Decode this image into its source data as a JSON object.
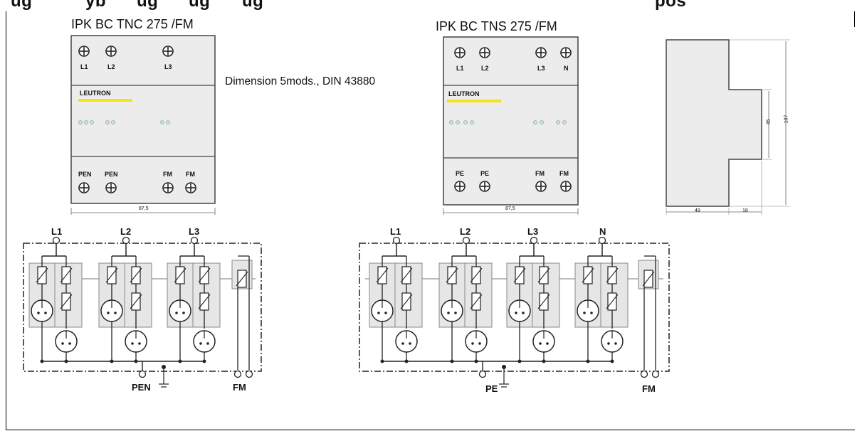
{
  "header_fragment": [
    "ug",
    "yb",
    "ug",
    "ug",
    "ug",
    "pos"
  ],
  "products": [
    {
      "title": "IPK BC TNC 275 /FM",
      "top_terminals": [
        "L1",
        "L2",
        "L3"
      ],
      "bottom_terminals": [
        "PEN",
        "PEN",
        "FM",
        "FM"
      ],
      "brand": "LEUTRON",
      "width_dim": "87,5",
      "schematic_top": [
        "L1",
        "L2",
        "L3"
      ],
      "schematic_bottom": [
        "PEN",
        "FM"
      ]
    },
    {
      "title": "IPK BC TNS 275 /FM",
      "top_terminals": [
        "L1",
        "L2",
        "L3",
        "N"
      ],
      "bottom_terminals": [
        "PE",
        "PE",
        "FM",
        "FM"
      ],
      "brand": "LEUTRON",
      "width_dim": "87,5",
      "schematic_top": [
        "L1",
        "L2",
        "L3",
        "N"
      ],
      "schematic_bottom": [
        "PE",
        "FM"
      ]
    }
  ],
  "dimension_note": "Dimension 5mods., DIN 43880",
  "side_view": {
    "height_total": "107",
    "height_inner": "45",
    "depth": "49",
    "step": "18"
  },
  "colors": {
    "module_fill": "#ececec",
    "module_border": "#444444",
    "logo_bar": "#f1e51a",
    "led": "#cfe1e1"
  }
}
